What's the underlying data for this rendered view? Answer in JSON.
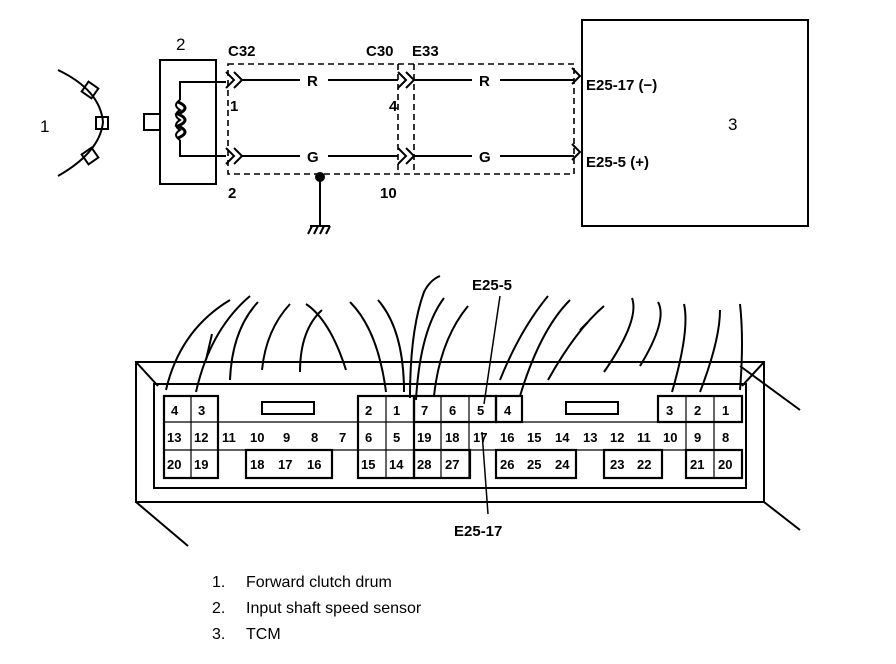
{
  "top": {
    "drum_label": "1",
    "sensor_label": "2",
    "tcm_label": "3",
    "connectors": {
      "c32": "C32",
      "c30": "C30",
      "e33": "E33"
    },
    "wire_r": "R",
    "wire_g": "G",
    "pins": {
      "sensor_top": "1",
      "sensor_bottom": "2",
      "c30_top": "4",
      "c30_bottom": "10"
    },
    "tcm_terminals": {
      "top": "E25-17 (−)",
      "bottom": "E25-5 (+)"
    }
  },
  "connector_view": {
    "callout_top": "E25-5",
    "callout_bottom": "E25-17",
    "left_block": {
      "row1": [
        "4",
        "3"
      ],
      "row2": [
        "13",
        "12",
        "11",
        "10",
        "9",
        "8",
        "7"
      ],
      "row3": [
        "20",
        "19",
        "18",
        "17",
        "16"
      ]
    },
    "mid_block": {
      "row1": [
        "2",
        "1",
        "7",
        "6",
        "5",
        "4"
      ],
      "row2": [
        "6",
        "5",
        "19",
        "18",
        "17",
        "16",
        "15",
        "14",
        "13",
        "12",
        "11",
        "10"
      ],
      "row3": [
        "15",
        "14",
        "28",
        "27",
        "26",
        "25",
        "24",
        "23",
        "22"
      ]
    },
    "right_block": {
      "row1": [
        "3",
        "2",
        "1"
      ],
      "row2": [
        "9",
        "8"
      ],
      "row3": [
        "21",
        "20"
      ]
    }
  },
  "legend": [
    {
      "num": "1.",
      "text": "Forward clutch drum"
    },
    {
      "num": "2.",
      "text": "Input shaft speed sensor"
    },
    {
      "num": "3.",
      "text": "TCM"
    }
  ]
}
